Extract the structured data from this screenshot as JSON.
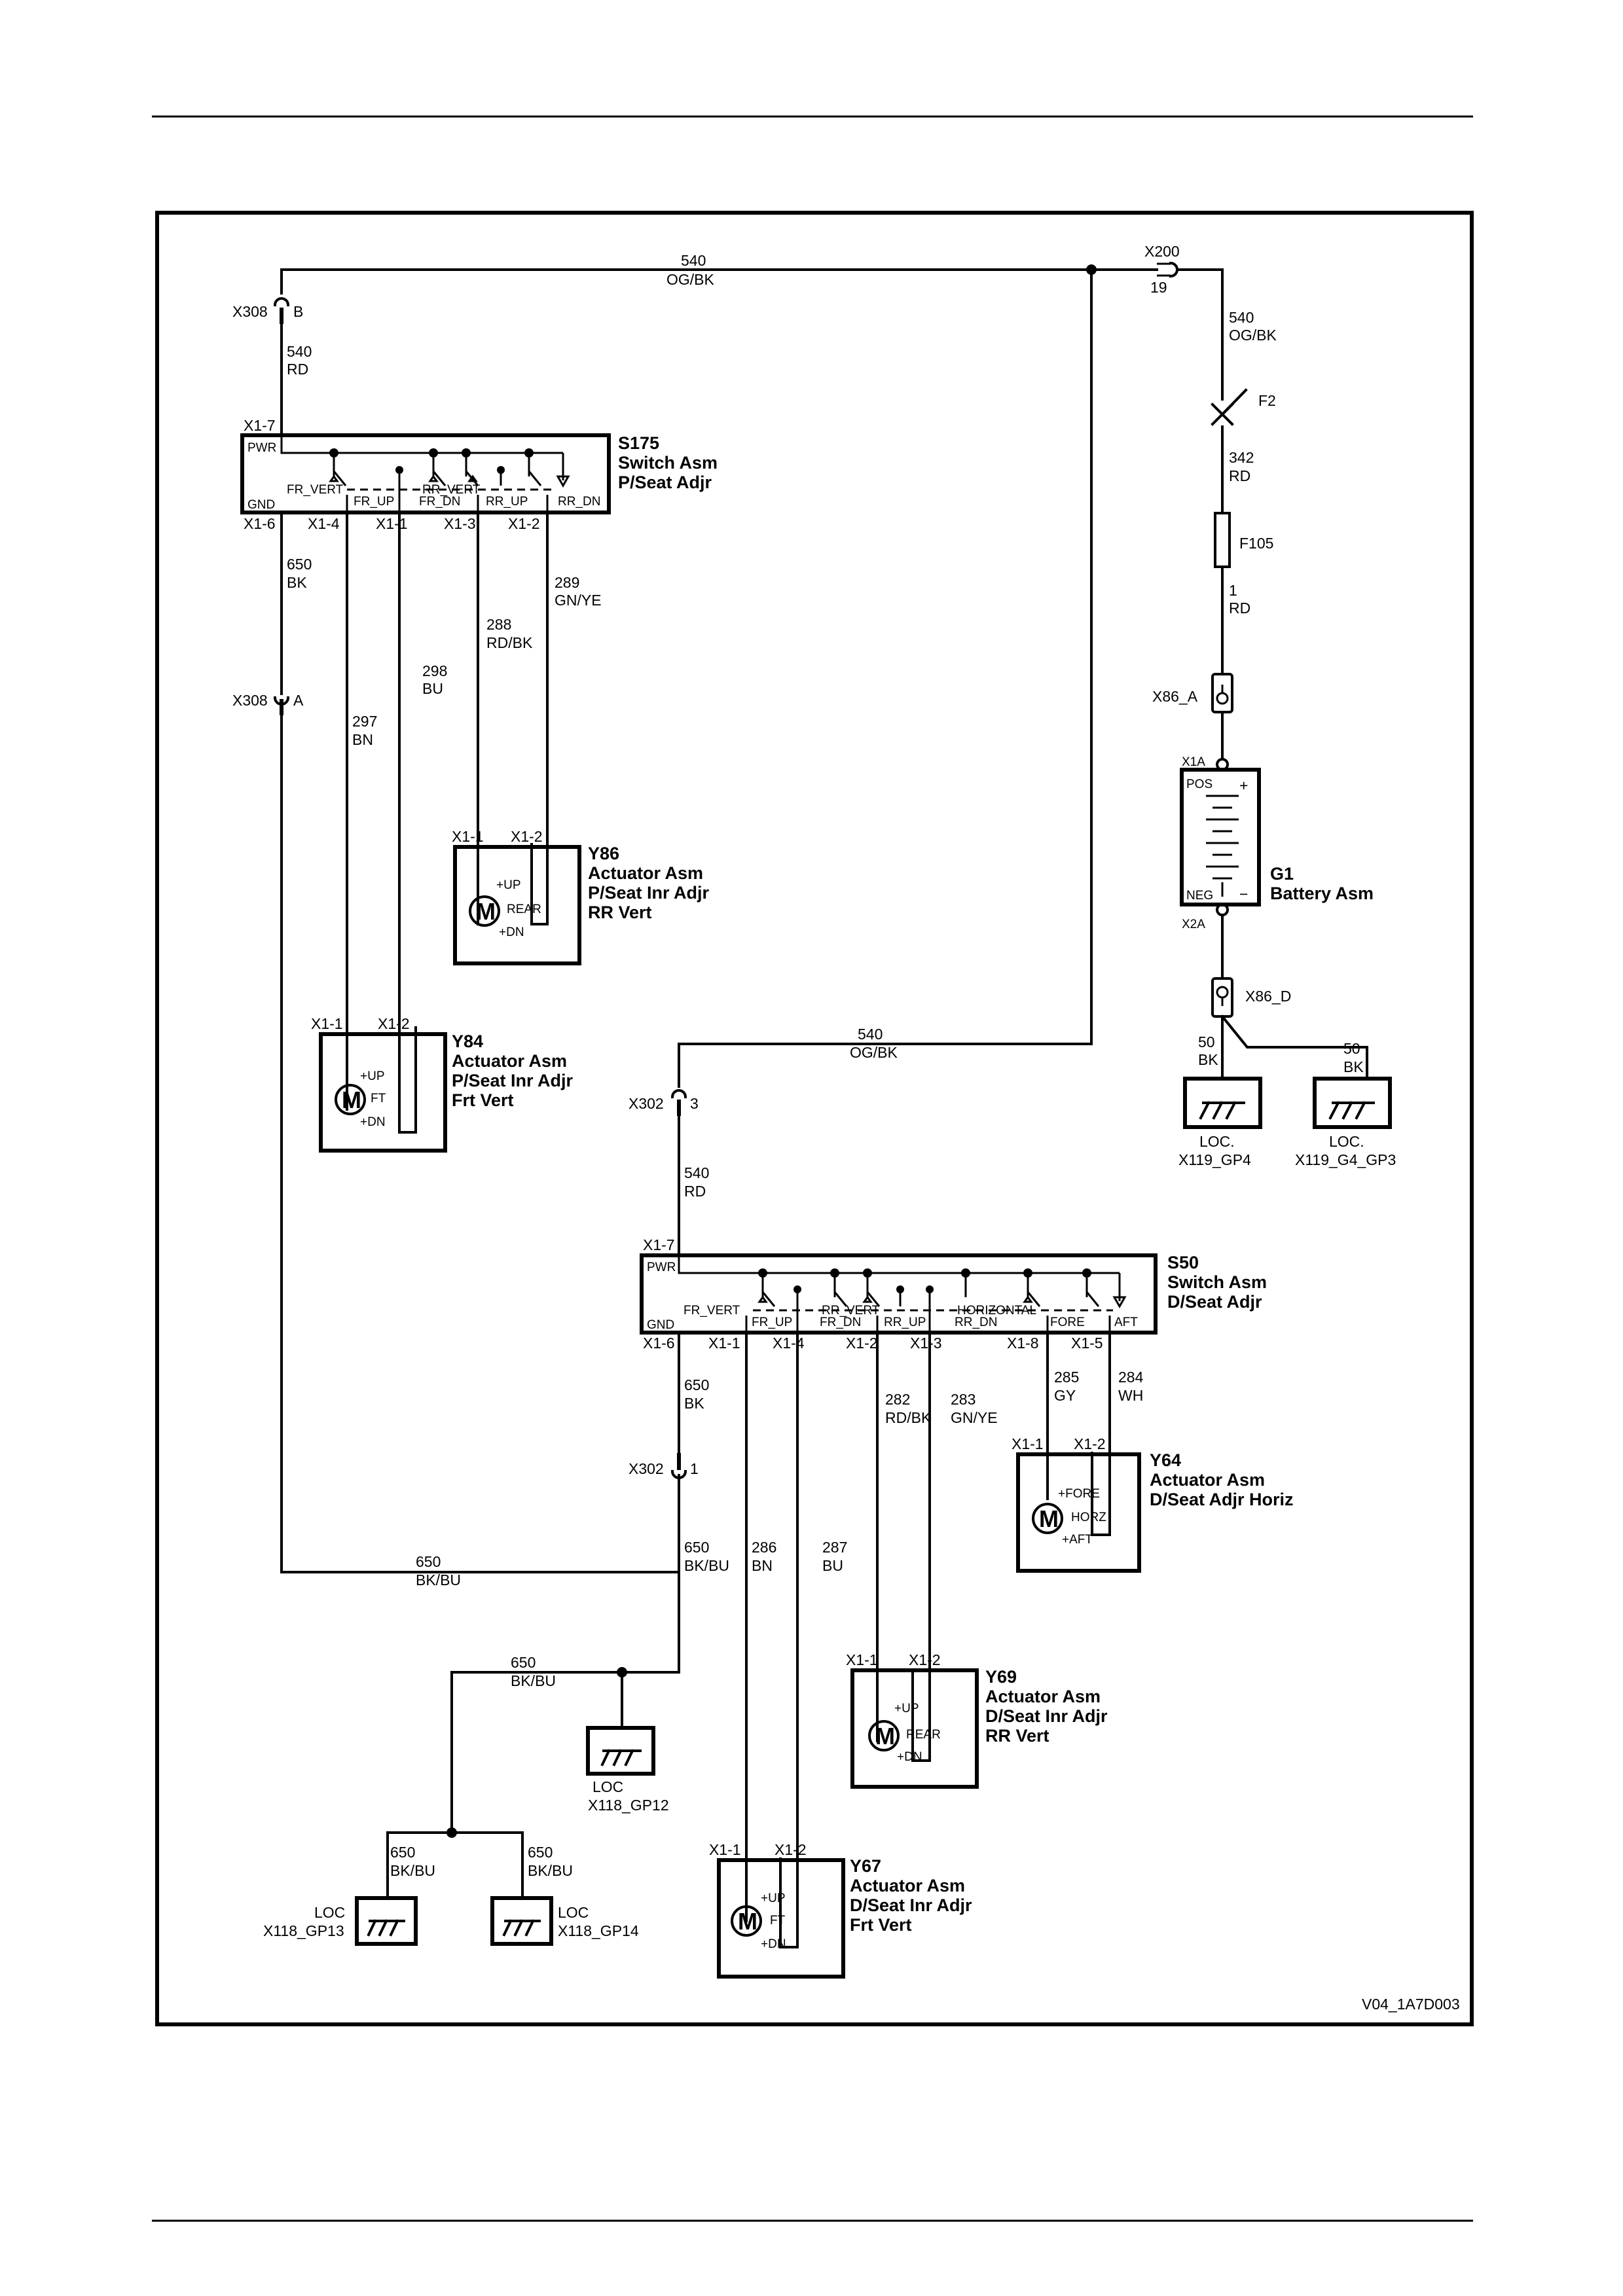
{
  "wires": {
    "top540": {
      "num": "540",
      "color": "OG/BK"
    },
    "x308b540": {
      "num": "540",
      "color": "RD"
    },
    "w650a": {
      "num": "650",
      "color": "BK"
    },
    "w297": {
      "num": "297",
      "color": "BN"
    },
    "w298": {
      "num": "298",
      "color": "BU"
    },
    "w288": {
      "num": "288",
      "color": "RD/BK"
    },
    "w289": {
      "num": "289",
      "color": "GN/YE"
    },
    "w540f2": {
      "num": "540",
      "color": "OG/BK"
    },
    "w342": {
      "num": "342",
      "color": "RD"
    },
    "w1": {
      "num": "1",
      "color": "RD"
    },
    "w50a": {
      "num": "50",
      "color": "BK"
    },
    "w50b": {
      "num": "50",
      "color": "BK"
    },
    "mid540": {
      "num": "540",
      "color": "OG/BK"
    },
    "x302_540": {
      "num": "540",
      "color": "RD"
    },
    "w650b": {
      "num": "650",
      "color": "BK"
    },
    "w282": {
      "num": "282",
      "color": "RD/BK"
    },
    "w283": {
      "num": "283",
      "color": "GN/YE"
    },
    "w285": {
      "num": "285",
      "color": "GY"
    },
    "w284": {
      "num": "284",
      "color": "WH"
    },
    "w650bkbu1": {
      "num": "650",
      "color": "BK/BU"
    },
    "w650bkbu2": {
      "num": "650",
      "color": "BK/BU"
    },
    "w650bkbu3": {
      "num": "650",
      "color": "BK/BU"
    },
    "w286": {
      "num": "286",
      "color": "BN"
    },
    "w287": {
      "num": "287",
      "color": "BU"
    },
    "w650bkbu4": {
      "num": "650",
      "color": "BK/BU"
    },
    "w650bkbu5": {
      "num": "650",
      "color": "BK/BU"
    }
  },
  "connectors": {
    "x308b": {
      "id": "X308",
      "pin": "B"
    },
    "x308a": {
      "id": "X308",
      "pin": "A"
    },
    "x200": {
      "id": "X200",
      "pin": "19"
    },
    "x302_3": {
      "id": "X302",
      "pin": "3"
    },
    "x302_1": {
      "id": "X302",
      "pin": "1"
    },
    "x86a": "X86_A",
    "x86d": "X86_D"
  },
  "s175": {
    "ref": "S175",
    "name1": "Switch Asm",
    "name2": "P/Seat Adjr",
    "pin_x17": "X1-7",
    "pwr": "PWR",
    "gnd": "GND",
    "contacts": [
      "FR_VERT",
      "FR_UP",
      "RR_VERT",
      "FR_DN",
      "RR_UP",
      "RR_DN"
    ],
    "pins": [
      "X1-6",
      "X1-4",
      "X1-1",
      "X1-3",
      "X1-2"
    ]
  },
  "s50": {
    "ref": "S50",
    "name1": "Switch Asm",
    "name2": "D/Seat Adjr",
    "pin_x17": "X1-7",
    "pwr": "PWR",
    "gnd": "GND",
    "contacts": [
      "FR_VERT",
      "FR_UP",
      "RR_VERT",
      "FR_DN",
      "RR_UP",
      "HORIZONTAL",
      "RR_DN",
      "FORE",
      "AFT"
    ],
    "pins": [
      "X1-6",
      "X1-1",
      "X1-4",
      "X1-2",
      "X1-3",
      "X1-8",
      "X1-5"
    ]
  },
  "actuators": {
    "y86": {
      "ref": "Y86",
      "l1": "Actuator Asm",
      "l2": "P/Seat Inr Adjr",
      "l3": "RR Vert",
      "p1": "X1-1",
      "p2": "X1-2",
      "up": "+UP",
      "mid": "REAR",
      "dn": "+DN"
    },
    "y84": {
      "ref": "Y84",
      "l1": "Actuator Asm",
      "l2": "P/Seat Inr Adjr",
      "l3": "Frt Vert",
      "p1": "X1-1",
      "p2": "X1-2",
      "up": "+UP",
      "mid": "FT",
      "dn": "+DN"
    },
    "y64": {
      "ref": "Y64",
      "l1": "Actuator Asm",
      "l2": "D/Seat Adjr Horiz",
      "p1": "X1-1",
      "p2": "X1-2",
      "up": "+FORE",
      "mid": "HORZ",
      "dn": "+AFT"
    },
    "y69": {
      "ref": "Y69",
      "l1": "Actuator Asm",
      "l2": "D/Seat Inr Adjr",
      "l3": "RR Vert",
      "p1": "X1-1",
      "p2": "X1-2",
      "up": "+UP",
      "mid": "REAR",
      "dn": "+DN"
    },
    "y67": {
      "ref": "Y67",
      "l1": "Actuator Asm",
      "l2": "D/Seat Inr Adjr",
      "l3": "Frt Vert",
      "p1": "X1-1",
      "p2": "X1-2",
      "up": "+UP",
      "mid": "FT",
      "dn": "+DN"
    },
    "motor_letter": "M"
  },
  "fuses": {
    "f2": "F2",
    "f105": "F105"
  },
  "battery": {
    "ref": "G1",
    "name": "Battery Asm",
    "x1a": "X1A",
    "x2a": "X2A",
    "pos": "POS",
    "neg": "NEG",
    "plus": "+",
    "minus": "−"
  },
  "grounds": {
    "gp4": {
      "l1": "LOC.",
      "l2": "X119_GP4"
    },
    "gp3": {
      "l1": "LOC.",
      "l2": "X119_G4_GP3"
    },
    "gp12": {
      "l1": "LOC",
      "l2": "X118_GP12"
    },
    "gp13": {
      "l1": "LOC",
      "l2": "X118_GP13"
    },
    "gp14": {
      "l1": "LOC",
      "l2": "X118_GP14"
    }
  },
  "diagram_id": "V04_1A7D003"
}
